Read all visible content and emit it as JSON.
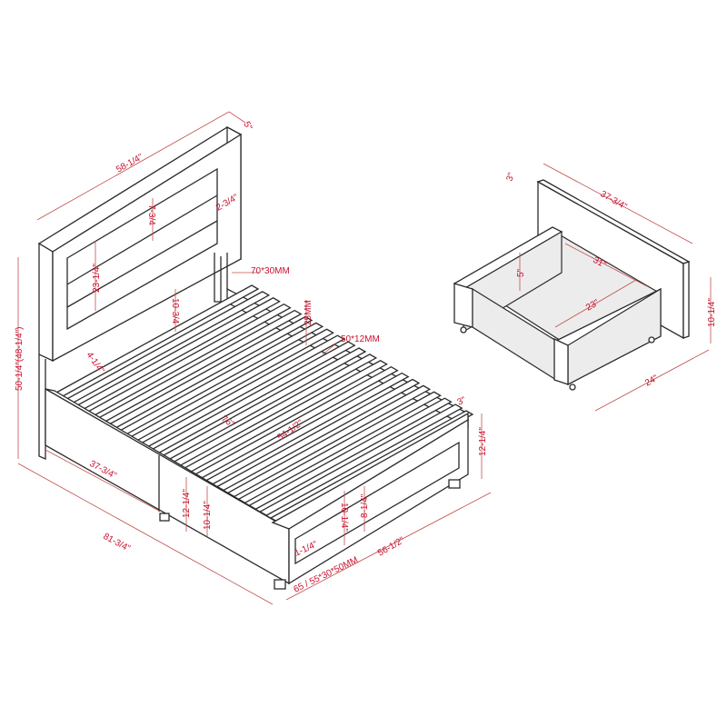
{
  "colors": {
    "line": "#2b2b2b",
    "dimension": "#c0504d",
    "label": "#c8102e",
    "background": "#ffffff"
  },
  "bed": {
    "headboard_width": "58-1/4\"",
    "headboard_depth": "5\"",
    "panel_slat_height": "7-3/4",
    "panel_border": "2-3/4\"",
    "panel_height": "23-1/4\"",
    "post_size": "70*30MM",
    "headboard_clearance": "10-3/4",
    "slat_thickness": "25MM",
    "slat_size": "50*12MM",
    "slat_gap": "4-1/4\"",
    "total_height": "50-1/4\"(48-1/4\")",
    "drawer_section_length": "37-3/4\"",
    "total_length": "81-3/4\"",
    "side_height": "12-1/4\"",
    "side_inner_height": "10-1/4\"",
    "inner_length": "76\"",
    "inner_width": "54-1/2\"",
    "foot_panel_height": "10-1/4\"",
    "foot_inner_panel_height": "8-1/4\"",
    "foot_border": "1-1/4\"",
    "leg_size": "65 / 55*30*50MM",
    "total_width": "56-1/2\"",
    "rail_thickness": "3\"",
    "foot_height": "12-1/4\""
  },
  "drawer": {
    "front_thickness": "3\"",
    "front_length": "37-3/4\"",
    "inner_length": "31\"",
    "inner_height": "5\"",
    "inner_depth": "23\"",
    "front_height": "10-1/4\"",
    "depth": "24\""
  }
}
